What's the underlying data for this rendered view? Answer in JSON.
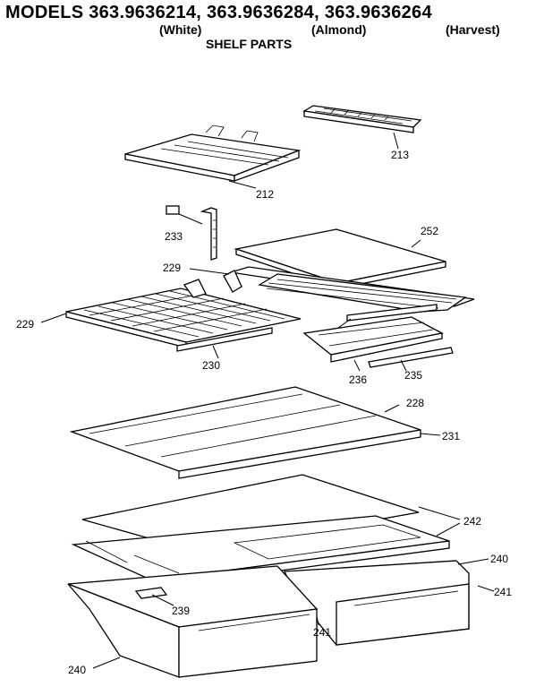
{
  "header": {
    "title": "MODELS 363.9636214, 363.9636284, 363.9636264",
    "variants": [
      "(White)",
      "(Almond)",
      "(Harvest)"
    ],
    "subtitle": "SHELF PARTS"
  },
  "parts": [
    {
      "id": "213",
      "label": "213"
    },
    {
      "id": "212",
      "label": "212"
    },
    {
      "id": "233",
      "label": "233"
    },
    {
      "id": "252",
      "label": "252"
    },
    {
      "id": "229a",
      "label": "229"
    },
    {
      "id": "229b",
      "label": "229"
    },
    {
      "id": "230a",
      "label": "230"
    },
    {
      "id": "230b",
      "label": "230"
    },
    {
      "id": "236",
      "label": "236"
    },
    {
      "id": "235",
      "label": "235"
    },
    {
      "id": "228",
      "label": "228"
    },
    {
      "id": "231",
      "label": "231"
    },
    {
      "id": "242",
      "label": "242"
    },
    {
      "id": "240a",
      "label": "240"
    },
    {
      "id": "241a",
      "label": "241"
    },
    {
      "id": "239",
      "label": "239"
    },
    {
      "id": "241b",
      "label": "241"
    },
    {
      "id": "240b",
      "label": "240"
    }
  ]
}
